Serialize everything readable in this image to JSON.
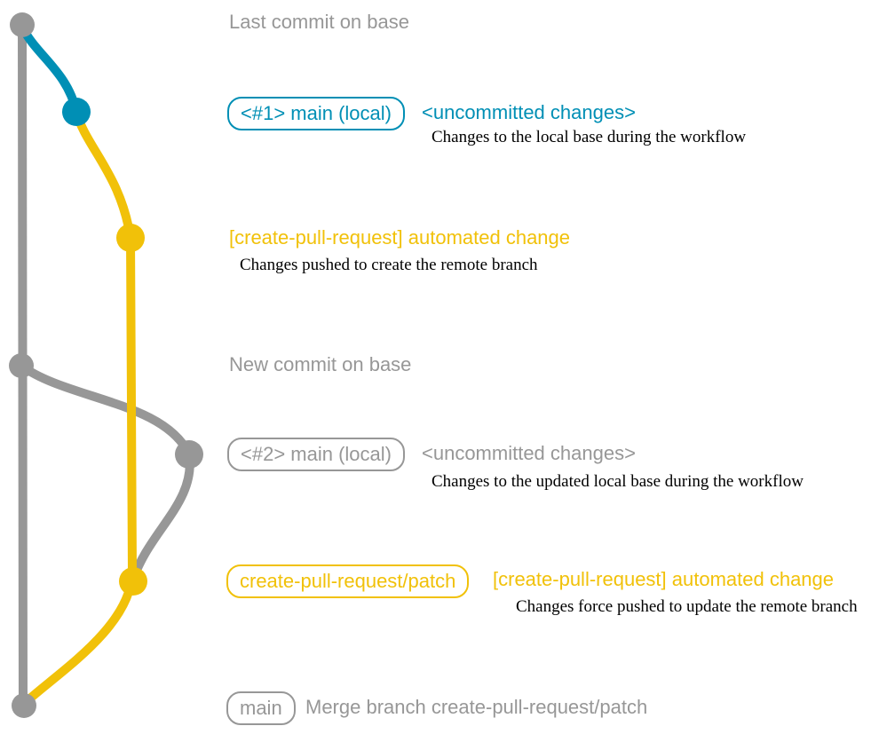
{
  "graph": {
    "colors": {
      "base": "#979797",
      "local": "#008fb5",
      "remote": "#f1c109"
    },
    "commits": [
      {
        "name": "last-commit-on-base",
        "branch": "base"
      },
      {
        "name": "main-local-1",
        "branch": "local"
      },
      {
        "name": "create-pull-request-1",
        "branch": "remote"
      },
      {
        "name": "new-commit-on-base",
        "branch": "base"
      },
      {
        "name": "main-local-2",
        "branch": "base"
      },
      {
        "name": "create-pull-request-2",
        "branch": "remote"
      },
      {
        "name": "merge-commit",
        "branch": "base"
      }
    ]
  },
  "annotations": {
    "last_commit": {
      "heading": "Last commit on base"
    },
    "main_local_1": {
      "badge": "<#1> main (local)",
      "heading": "<uncommitted changes>",
      "description": "Changes to the local base during the workflow"
    },
    "automated_change_1": {
      "heading": "[create-pull-request] automated change",
      "description": "Changes pushed to create the remote branch"
    },
    "new_commit": {
      "heading": "New commit on base"
    },
    "main_local_2": {
      "badge": "<#2> main (local)",
      "heading": "<uncommitted changes>",
      "description": "Changes to the updated local base during the workflow"
    },
    "automated_change_2": {
      "badge": "create-pull-request/patch",
      "heading": "[create-pull-request] automated change",
      "description": "Changes force pushed to update the remote branch"
    },
    "merge": {
      "badge": "main",
      "heading": "Merge branch create-pull-request/patch"
    }
  }
}
